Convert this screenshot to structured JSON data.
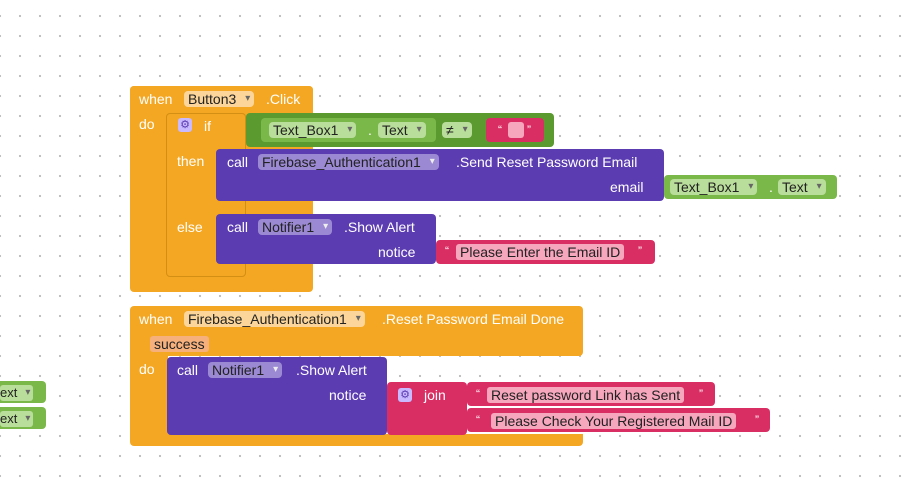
{
  "event1": {
    "when": "when",
    "component": "Button3",
    "event": ".Click",
    "do": "do",
    "if": "if",
    "then": "then",
    "else": "else",
    "cond_component": "Text_Box1",
    "cond_prop": "Text",
    "cond_op": "≠",
    "cond_string": "",
    "call1": "call",
    "call1_component": "Firebase_Authentication1",
    "call1_method": ".Send Reset Password Email",
    "call1_arg": "email",
    "arg_component": "Text_Box1",
    "arg_prop": "Text",
    "call2": "call",
    "call2_component": "Notifier1",
    "call2_method": ".Show Alert",
    "call2_arg": "notice",
    "call2_string": "Please Enter the Email ID"
  },
  "event2": {
    "when": "when",
    "component": "Firebase_Authentication1",
    "event": ".Reset Password Email Done",
    "param": "success",
    "do": "do",
    "call": "call",
    "call_component": "Notifier1",
    "call_method": ".Show Alert",
    "call_arg": "notice",
    "join": "join",
    "string1": "Reset password Link has Sent",
    "string2": "Please Check Your Registered Mail ID"
  },
  "stubs": {
    "stub1": "ext",
    "stub2": "ext"
  },
  "colors": {
    "event": "#f4a722",
    "procedure": "#5b3cb1",
    "component": "#7bb84a",
    "text": "#d92e64"
  }
}
